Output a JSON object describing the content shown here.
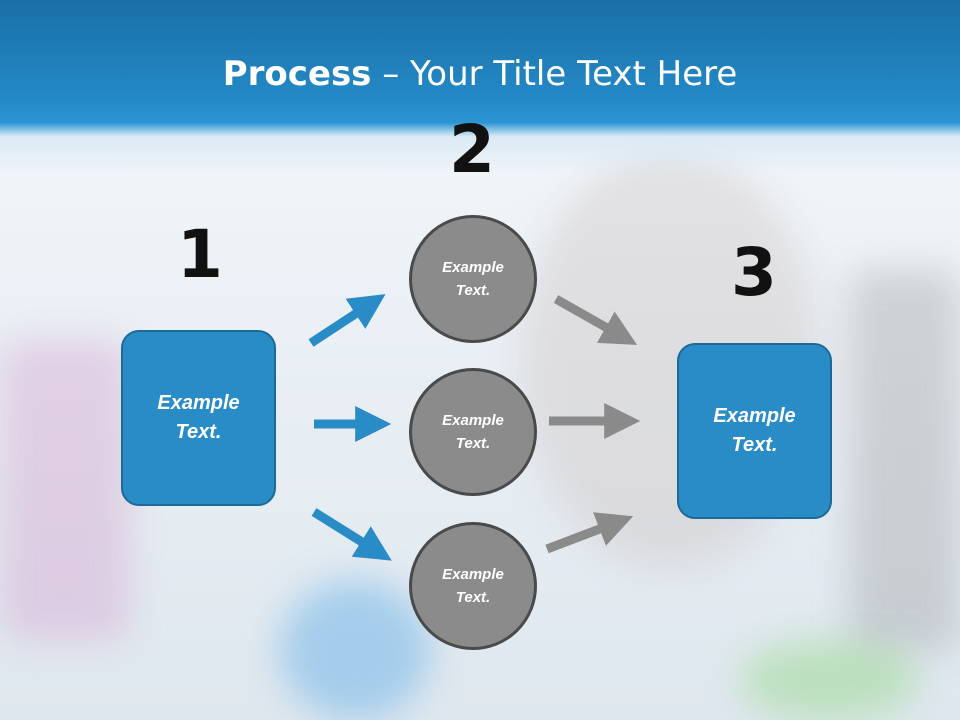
{
  "title": {
    "bold": "Process",
    "rest": " – Your Title Text Here"
  },
  "steps": {
    "one": "1",
    "two": "2",
    "three": "3"
  },
  "boxes": {
    "left": "Example\nText.",
    "right": "Example\nText."
  },
  "circles": {
    "top": "Example\nText.",
    "middle": "Example\nText.",
    "bottom": "Example\nText."
  },
  "colors": {
    "header": "#2388c5",
    "box": "#2a8cc6",
    "circle": "#8b8b8b",
    "blue_arrow": "#2a8cc6",
    "gray_arrow": "#8a8a8a"
  }
}
